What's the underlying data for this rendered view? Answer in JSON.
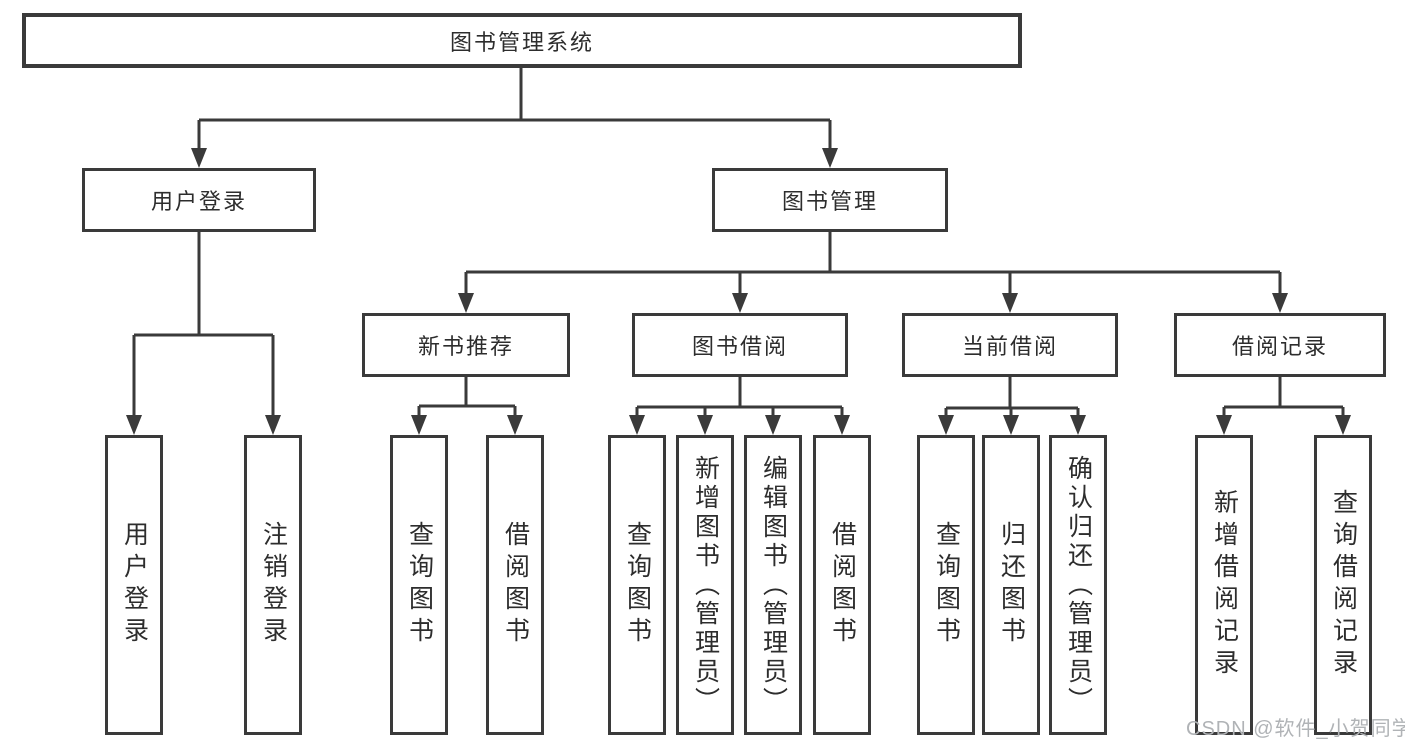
{
  "title": "图书管理系统",
  "watermark": "CSDN @软件_小贺同学",
  "colors": {
    "line": "#3a3a3a",
    "text": "#2d2d2d",
    "watermark": "#b0b3b6",
    "background": "#ffffff"
  },
  "branches": {
    "user_login": {
      "label": "用户登录",
      "children": [
        "用户登录",
        "注销登录"
      ]
    },
    "book_mgmt": {
      "label": "图书管理",
      "groups": {
        "new_books": {
          "label": "新书推荐",
          "children": [
            "查询图书",
            "借阅图书"
          ]
        },
        "borrowing": {
          "label": "图书借阅",
          "children": [
            "查询图书",
            "新增图书（管理员）",
            "编辑图书（管理员）",
            "借阅图书"
          ]
        },
        "current": {
          "label": "当前借阅",
          "children": [
            "查询图书",
            "归还图书",
            "确认归还（管理员）"
          ]
        },
        "records": {
          "label": "借阅记录",
          "children": [
            "新增借阅记录",
            "查询借阅记录"
          ]
        }
      }
    }
  }
}
